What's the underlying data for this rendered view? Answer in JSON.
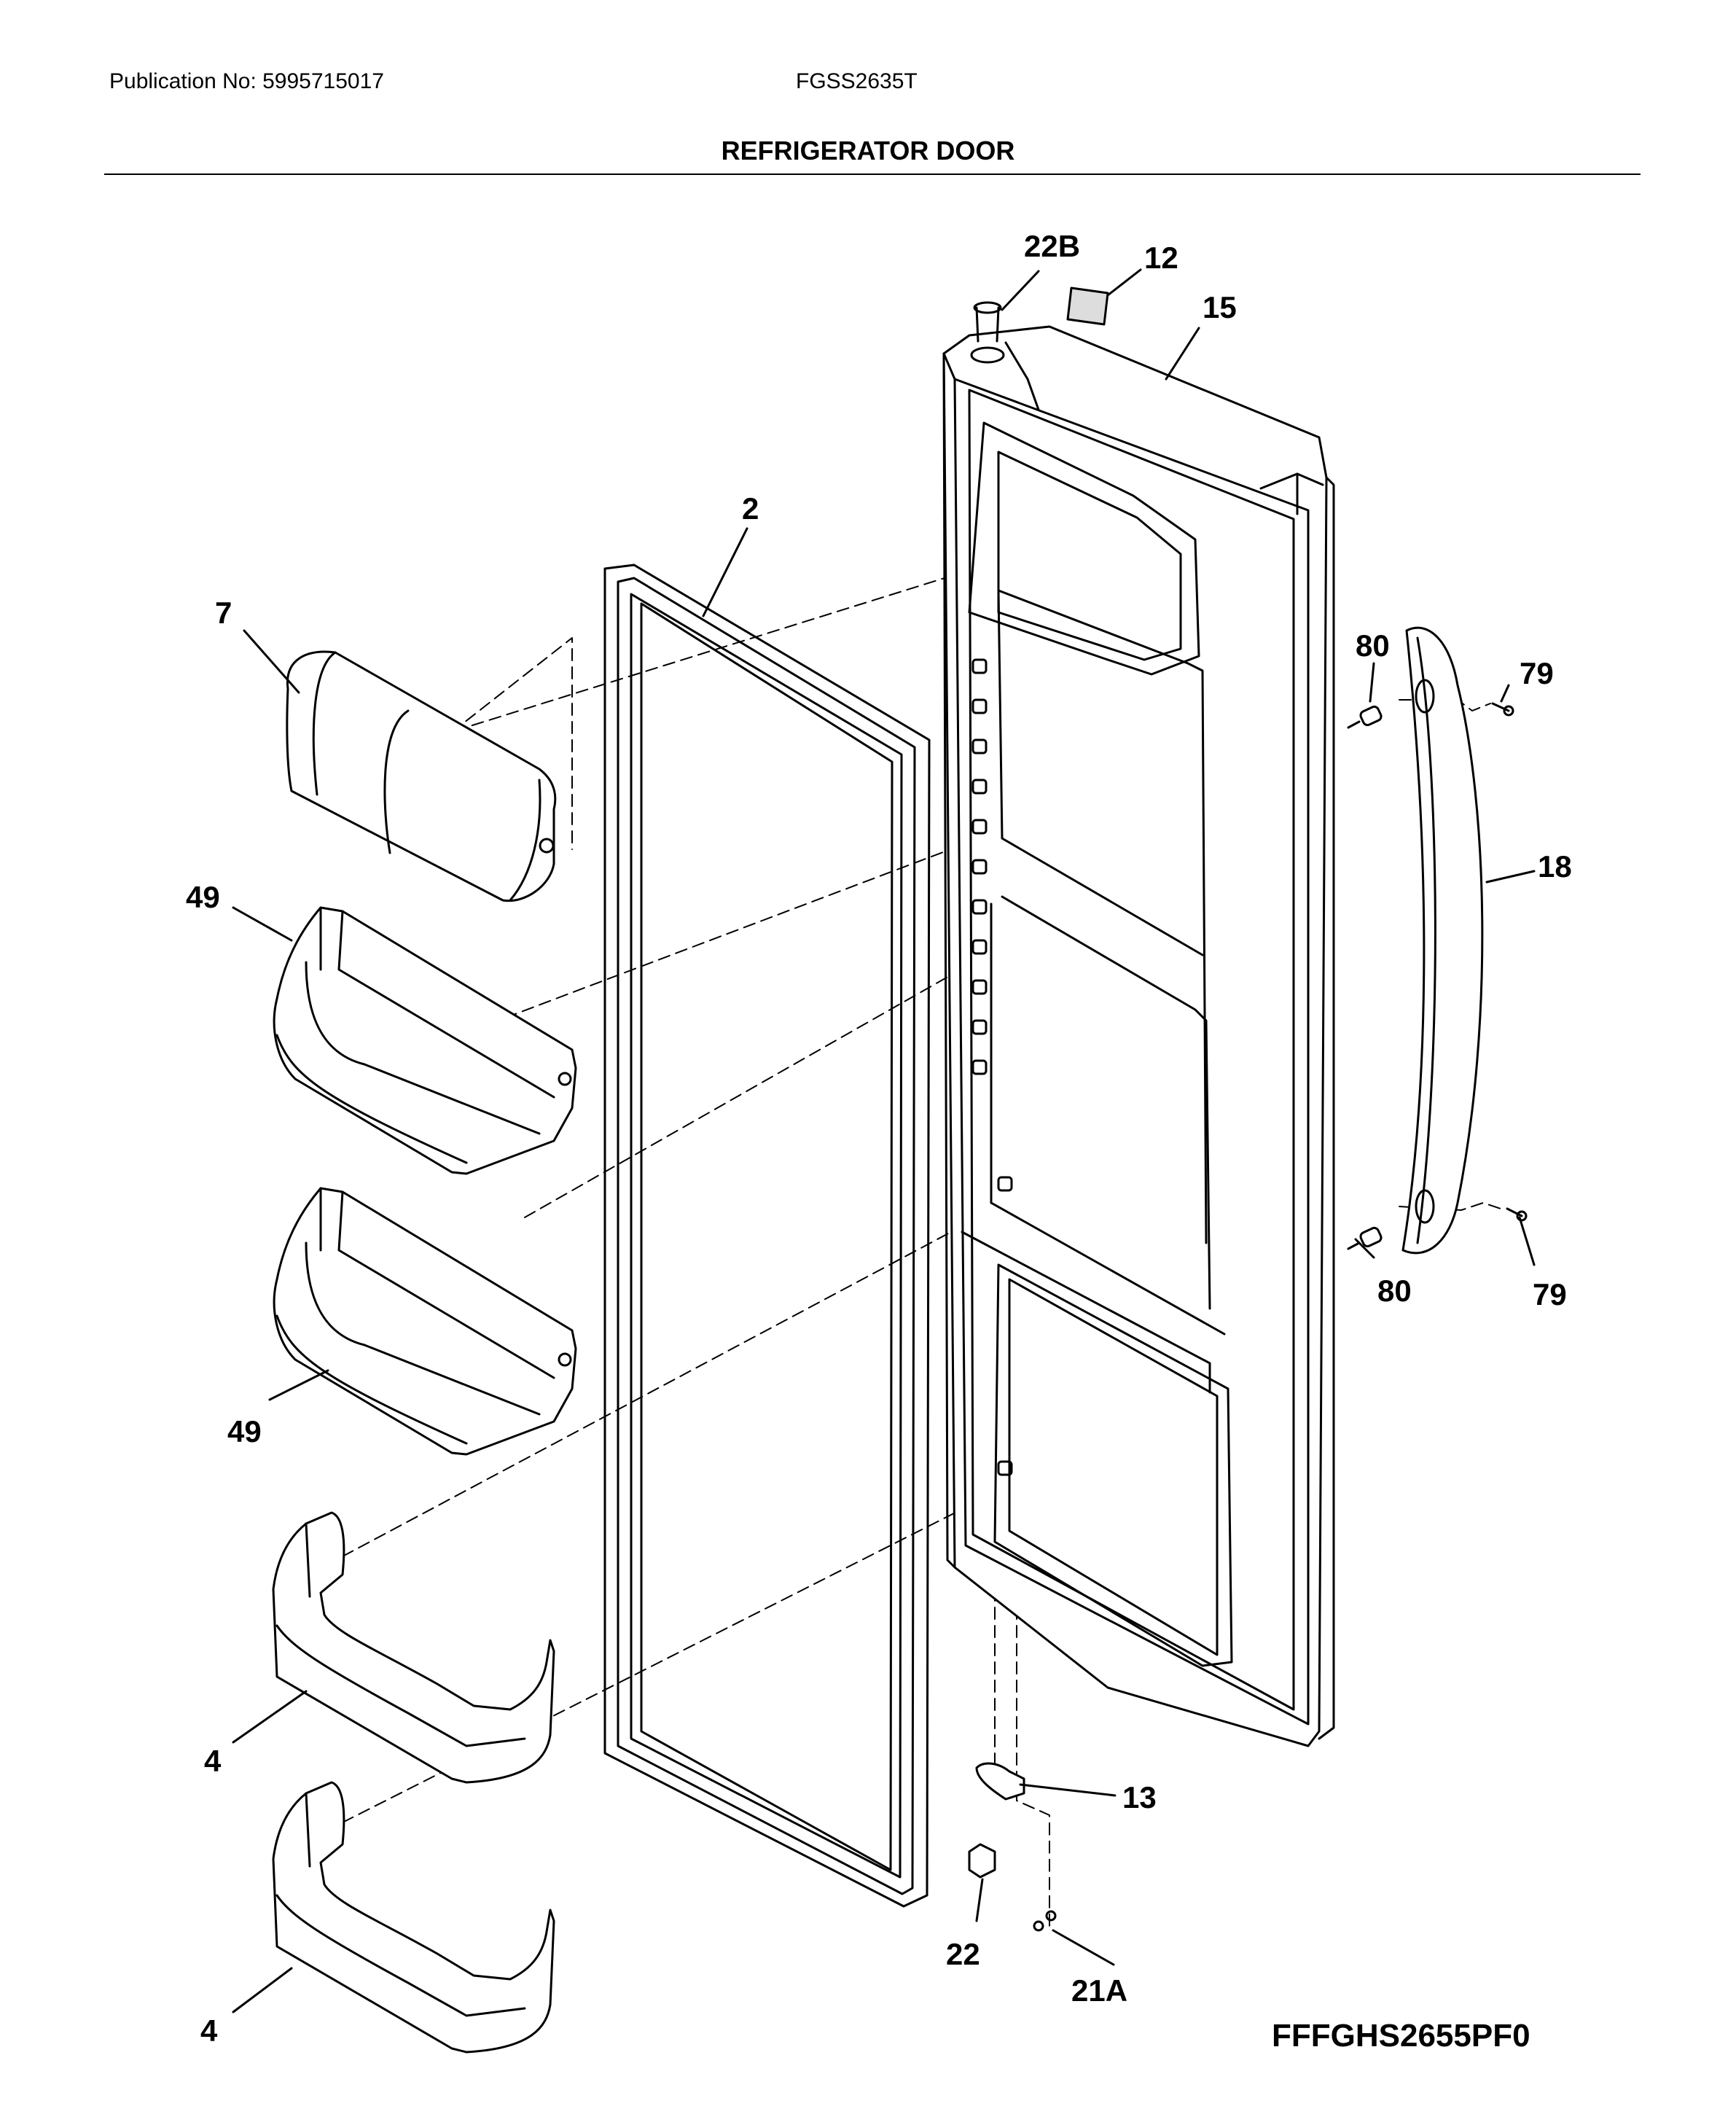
{
  "header": {
    "publication": "Publication No: 5995715017",
    "model": "FGSS2635T",
    "title": "REFRIGERATOR DOOR"
  },
  "footer": {
    "diagram_code": "FFFGHS2655PF0"
  },
  "callouts": {
    "c22b": "22B",
    "c12": "12",
    "c15": "15",
    "c2": "2",
    "c7": "7",
    "c80a": "80",
    "c79a": "79",
    "c49a": "49",
    "c18": "18",
    "c80b": "80",
    "c79b": "79",
    "c49b": "49",
    "c4a": "4",
    "c13": "13",
    "c22": "22",
    "c21a": "21A",
    "c4b": "4"
  }
}
